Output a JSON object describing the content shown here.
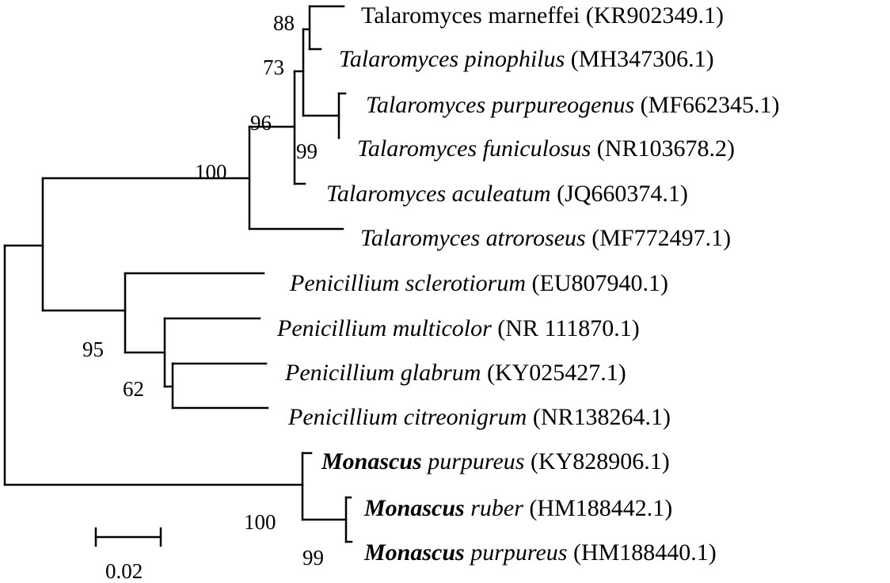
{
  "tree": {
    "taxa": [
      {
        "id": "t1",
        "segments": [
          {
            "text": "Talaromyces marneffei",
            "style": "normal"
          }
        ],
        "accession": "(KR902349.1)"
      },
      {
        "id": "t2",
        "segments": [
          {
            "text": "Talaromyces pinophilus",
            "style": "italic"
          }
        ],
        "accession": "(MH347306.1)"
      },
      {
        "id": "t3",
        "segments": [
          {
            "text": "Talaromyces purpureogenus",
            "style": "italic"
          }
        ],
        "accession": "(MF662345.1)"
      },
      {
        "id": "t4",
        "segments": [
          {
            "text": "Talaromyces funiculosus",
            "style": "italic"
          }
        ],
        "accession": "(NR103678.2)"
      },
      {
        "id": "t5",
        "segments": [
          {
            "text": "Talaromyces aculeatum",
            "style": "italic"
          }
        ],
        "accession": "(JQ660374.1)"
      },
      {
        "id": "t6",
        "segments": [
          {
            "text": "Talaromyces atroroseus",
            "style": "italic"
          }
        ],
        "accession": "(MF772497.1)"
      },
      {
        "id": "t7",
        "segments": [
          {
            "text": "Penicillium sclerotiorum",
            "style": "italic"
          }
        ],
        "accession": "(EU807940.1)"
      },
      {
        "id": "t8",
        "segments": [
          {
            "text": "Penicillium multicolor",
            "style": "italic"
          }
        ],
        "accession": "(NR 111870.1)"
      },
      {
        "id": "t9",
        "segments": [
          {
            "text": "Penicillium glabrum",
            "style": "italic"
          }
        ],
        "accession": "(KY025427.1)"
      },
      {
        "id": "t10",
        "segments": [
          {
            "text": "Penicillium citreonigrum",
            "style": "italic"
          }
        ],
        "accession": "(NR138264.1)"
      },
      {
        "id": "t11",
        "segments": [
          {
            "text": "Monascus",
            "style": "bold-italic"
          },
          {
            "text": " purpureus",
            "style": "italic"
          }
        ],
        "accession": "(KY828906.1)"
      },
      {
        "id": "t12",
        "segments": [
          {
            "text": "Monascus",
            "style": "bold-italic"
          },
          {
            "text": " ruber",
            "style": "italic"
          }
        ],
        "accession": "(HM188442.1)"
      },
      {
        "id": "t13",
        "segments": [
          {
            "text": "Monascus",
            "style": "bold-italic"
          },
          {
            "text": " purpureus",
            "style": "italic"
          }
        ],
        "accession": "(HM188440.1)"
      }
    ],
    "bootstrap": [
      {
        "id": "b1",
        "value": "88"
      },
      {
        "id": "b2",
        "value": "73"
      },
      {
        "id": "b3",
        "value": "96"
      },
      {
        "id": "b4",
        "value": "99"
      },
      {
        "id": "b5",
        "value": "100"
      },
      {
        "id": "b6",
        "value": "95"
      },
      {
        "id": "b7",
        "value": "62"
      },
      {
        "id": "b8",
        "value": "100"
      },
      {
        "id": "b9",
        "value": "99"
      }
    ],
    "scale_bar": {
      "label": "0.02",
      "length": 0.02
    }
  }
}
